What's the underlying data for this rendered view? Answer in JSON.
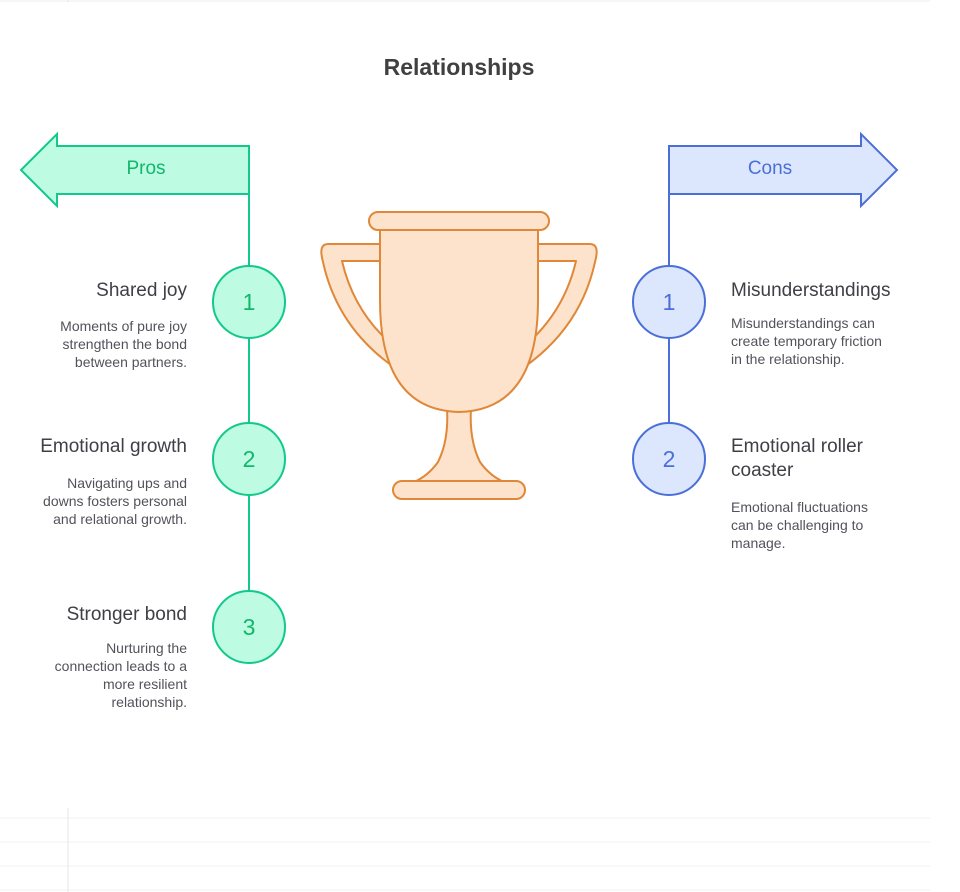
{
  "title": "Relationships",
  "colors": {
    "pros_stroke": "#12c98a",
    "pros_fill": "#bdfbe3",
    "cons_stroke": "#4a6fd8",
    "cons_fill": "#dce6fd",
    "trophy_stroke": "#e0883a",
    "trophy_fill": "#fde3cb"
  },
  "pros": {
    "label": "Pros",
    "items": [
      {
        "number": "1",
        "title": "Shared joy",
        "description": "Moments of pure joy strengthen the bond between partners."
      },
      {
        "number": "2",
        "title": "Emotional growth",
        "description": "Navigating ups and downs fosters personal and relational growth."
      },
      {
        "number": "3",
        "title": "Stronger bond",
        "description": "Nurturing the connection leads to a more resilient relationship."
      }
    ]
  },
  "cons": {
    "label": "Cons",
    "items": [
      {
        "number": "1",
        "title": "Misunderstandings",
        "description": "Misunderstandings can create temporary friction in the relationship."
      },
      {
        "number": "2",
        "title": "Emotional roller coaster",
        "description": "Emotional fluctuations can be challenging to manage."
      }
    ]
  },
  "center_icon": "trophy-icon"
}
